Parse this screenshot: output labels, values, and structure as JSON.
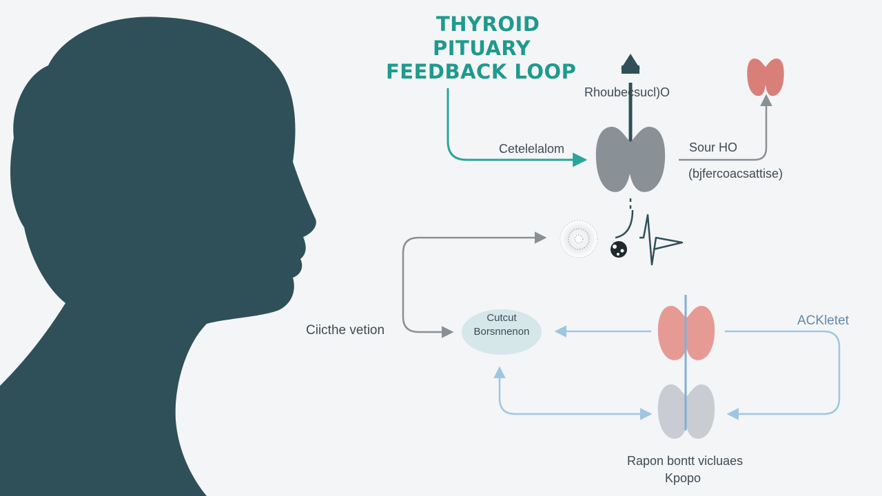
{
  "title": {
    "line1": "THYROID",
    "line2": "PITUARY",
    "line3": "FEEDBACK LOOP"
  },
  "labels": {
    "top_hormone": "Rhoubecsucl)O",
    "stimulation": "Cetelelalom",
    "serum": "Sour HO",
    "hyper": "(bjfercoacsattise)",
    "circulation": "Ciicthe vetion",
    "oval_line1": "Cutcut",
    "oval_line2": "Borsnnenon",
    "activate": "ACKletet",
    "bottom_line1": "Rapon bontt vicluaes",
    "bottom_line2": "Kpopo"
  },
  "colors": {
    "title": "#1e9a8e",
    "silhouette": "#2f5058",
    "teal_arrow": "#2aa59a",
    "gray_arrow": "#8a8f94",
    "blue_arrow": "#9ec6e3",
    "thyroid_gray": "#8a9196",
    "thyroid_pink": "#e69a94",
    "thyroid_lightgray": "#c9ccd2",
    "oval": "#d6e7ea"
  },
  "icons": [
    "woman-silhouette-icon",
    "thyroid-gland-icon",
    "hormone-particle-icon",
    "molecule-icon",
    "pulse-icon"
  ]
}
